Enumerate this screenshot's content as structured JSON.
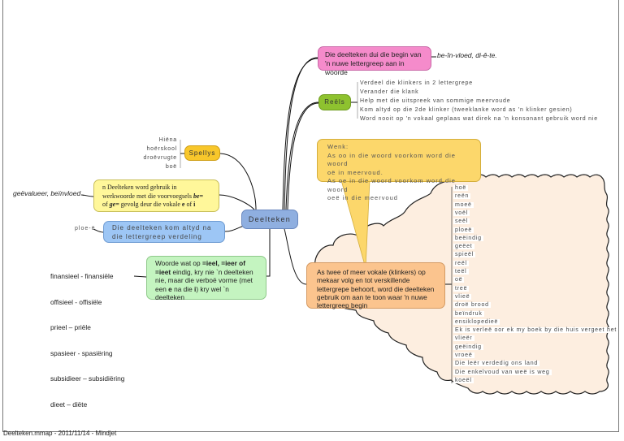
{
  "central": {
    "label": "Deelteken"
  },
  "topics": {
    "pink": {
      "text": "Die deelteken dui die begin van 'n nuwe lettergreep aan in woorde",
      "note": "be-în-vloed, di-ê-te.",
      "color": "#f58bcb"
    },
    "reels": {
      "label": "Reëls",
      "color": "#8ec22f",
      "items": [
        "Verdeel die klinkers in 2 lettergrepe",
        "Verander die klank",
        "Help met die uitspreek van sommige meervoude",
        "Kom altyd op die 2de klinker (tweeklanke word as 'n klinker gesien)",
        "Word nooit op 'n vokaal geplaas wat direk na 'n konsonant gebruik word nie"
      ]
    },
    "spellys": {
      "label": "Spellys",
      "color": "#f8c72b",
      "items": [
        "Hiëna",
        "hoërskool",
        "droëvrugte",
        "boë"
      ]
    },
    "yellow": {
      "line1": "n Deelteken word gebruik in",
      "line2a": "werkwoorde met die voorvoegsels ",
      "line2b": "be=",
      "line3a": "of ",
      "line3b": "ge=",
      "line3c": " gevolg deur die vokale ",
      "line3d": "e",
      "line3e": " of ",
      "line3f": "i",
      "note": "geëvalueer, beïnvloed .",
      "color": "#fff79a"
    },
    "blue": {
      "text": "Die deelteken kom altyd na die lettergreep verdeling",
      "note": "ploe-ë",
      "color": "#9dc6f5"
    },
    "green": {
      "text_a": "Woorde wat op ",
      "text_b": "=ieel, =ieer of =ieet",
      "text_c": " eindig, kry nie `n deelteken nie, maar die verboë vorme (met een ",
      "text_d": "e",
      "text_e": " na die ",
      "text_f": "i",
      "text_g": ") kry wel `n deelteken",
      "examples": [
        "finansieel - finansiële",
        "offisieel - offisiële",
        "prieel – priële",
        "spasieer - spasiëring",
        "subsidieer – subsidiëring",
        "dieet – diëte"
      ],
      "color": "#c4f4c0"
    },
    "wenk": {
      "lines": [
        "Wenk:",
        "As oo in die woord voorkom word die woord",
        "oë in meervoud.",
        "As oe in die woord voorkom word die woord",
        "oeë in die meervoud"
      ],
      "color": "#fcd76b"
    },
    "orange": {
      "text": "As twee of meer vokale (klinkers) op mekaar volg en tot verskillende lettergrepe behoort, word die deelteken gebruik om aan te toon waar 'n nuwe lettergreep begin",
      "color": "#fbc48e",
      "boundary_color": "#fdeee0",
      "examples": [
        "hoë",
        "reën",
        "moeë",
        "voël",
        "seël",
        "ploeë",
        "beëindig",
        "geëet",
        "spieël",
        "reël",
        "teël",
        "oë",
        "treë",
        "vlieë",
        "droë brood",
        "beïndruk",
        "ensiklopedieë",
        "Ek is verleë oor ek my boek by die huis vergeet het",
        "vlieër",
        "geëindig",
        "vroeë",
        "Die leër verdedig ons land",
        "Die enkelvoud van weë is weg",
        "koeël"
      ]
    }
  },
  "footer": {
    "text": "Deelteken.mmap - 2011/11/14 - Mindjet"
  }
}
